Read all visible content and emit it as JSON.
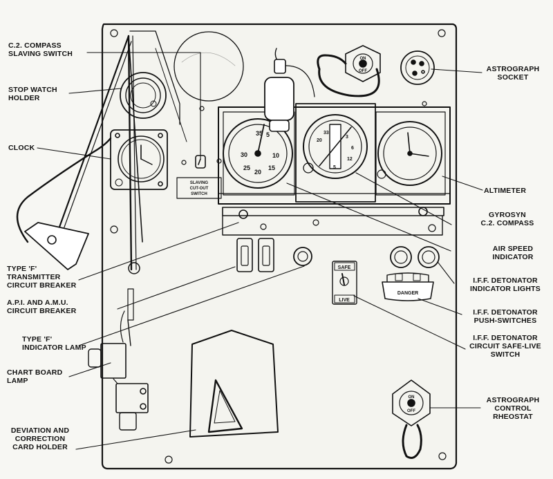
{
  "labels": {
    "compass_slaving_switch": [
      "C.2. COMPASS",
      "SLAVING SWITCH"
    ],
    "stop_watch_holder": [
      "STOP WATCH",
      "HOLDER"
    ],
    "clock": [
      "CLOCK"
    ],
    "transmitter_breaker": [
      "TYPE 'F'",
      "TRANSMITTER",
      "CIRCUIT BREAKER"
    ],
    "api_amu_breaker": [
      "A.P.I. AND A.M.U.",
      "CIRCUIT BREAKER"
    ],
    "indicator_lamp": [
      "TYPE 'F'",
      "INDICATOR LAMP"
    ],
    "chart_board_lamp": [
      "CHART BOARD",
      "LAMP"
    ],
    "deviation_card_holder": [
      "DEVIATION AND",
      "CORRECTION",
      "CARD HOLDER"
    ],
    "astrograph_socket": [
      "ASTROGRAPH",
      "SOCKET"
    ],
    "altimeter": [
      "ALTIMETER"
    ],
    "gyrosyn_compass": [
      "GYROSYN",
      "C.2. COMPASS"
    ],
    "air_speed_indicator": [
      "AIR SPEED",
      "INDICATOR"
    ],
    "iff_indicator_lights": [
      "I.F.F. DETONATOR",
      "INDICATOR LIGHTS"
    ],
    "iff_push_switches": [
      "I.F.F. DETONATOR",
      "PUSH-SWITCHES"
    ],
    "iff_safe_live_switch": [
      "I.F.F. DETONATOR",
      "CIRCUIT SAFE-LIVE",
      "SWITCH"
    ],
    "astrograph_rheostat": [
      "ASTROGRAPH",
      "CONTROL",
      "RHEOSTAT"
    ]
  },
  "panel_markings": {
    "slaving_plate": [
      "SLAVING",
      "CUT-OUT",
      "SWITCH"
    ],
    "safe": "SAFE",
    "live": "LIVE",
    "danger": "DANGER",
    "on": "ON",
    "off": "OFF",
    "airspeed_numbers": [
      "35",
      "5",
      "30",
      "10",
      "25",
      "20",
      "15"
    ],
    "compass_numbers": [
      "33",
      "20",
      "3",
      "6",
      "12",
      "5"
    ]
  },
  "colors": {
    "ink": "#111111",
    "paper": "#f7f7f3"
  }
}
